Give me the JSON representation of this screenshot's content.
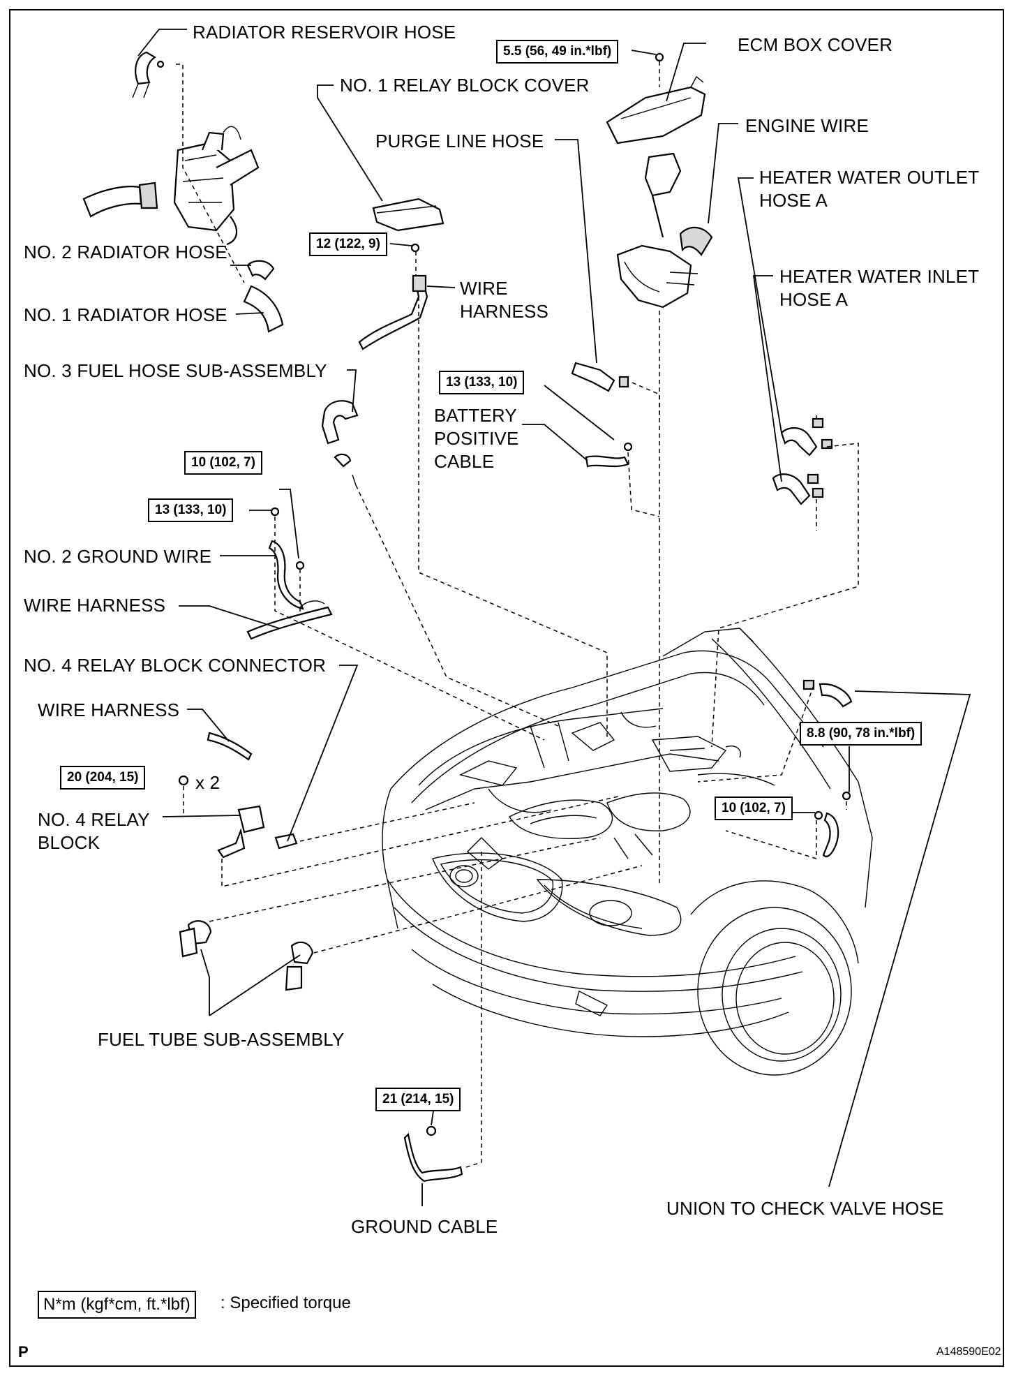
{
  "labels": {
    "radiator_reservoir_hose": "RADIATOR RESERVOIR HOSE",
    "no1_relay_block_cover": "NO. 1 RELAY BLOCK COVER",
    "ecm_box_cover": "ECM BOX COVER",
    "engine_wire": "ENGINE WIRE",
    "purge_line_hose": "PURGE LINE HOSE",
    "heater_water_outlet_hose_a": "HEATER WATER OUTLET\nHOSE A",
    "no2_radiator_hose": "NO. 2 RADIATOR HOSE",
    "no1_radiator_hose": "NO. 1 RADIATOR HOSE",
    "wire_harness_top": "WIRE\nHARNESS",
    "heater_water_inlet_hose_a": "HEATER WATER INLET\nHOSE A",
    "no3_fuel_hose_sub_assembly": "NO. 3 FUEL HOSE SUB-ASSEMBLY",
    "battery_positive_cable": "BATTERY\nPOSITIVE\nCABLE",
    "no2_ground_wire": "NO. 2 GROUND WIRE",
    "wire_harness_mid": "WIRE HARNESS",
    "no4_relay_block_connector": "NO. 4 RELAY BLOCK CONNECTOR",
    "wire_harness_low": "WIRE HARNESS",
    "x2": "x 2",
    "no4_relay_block": "NO. 4 RELAY\nBLOCK",
    "fuel_tube_sub_assembly": "FUEL TUBE SUB-ASSEMBLY",
    "union_to_check_valve_hose": "UNION TO CHECK VALVE HOSE",
    "ground_cable": "GROUND CABLE"
  },
  "torques": {
    "t_ecm": "5.5 (56, 49 in.*lbf)",
    "t_relay_cover": "12 (122, 9)",
    "t_battery": "13 (133, 10)",
    "t_ground2_a": "10 (102, 7)",
    "t_ground2_b": "13 (133, 10)",
    "t_relay4": "20 (204, 15)",
    "t_union": "8.8 (90, 78 in.*lbf)",
    "t_right": "10 (102, 7)",
    "t_ground_cable": "21 (214, 15)"
  },
  "legend": {
    "box": "N*m (kgf*cm, ft.*lbf)",
    "text": ": Specified torque"
  },
  "footer": {
    "page_mark": "P",
    "figure_id": "A148590E02"
  }
}
